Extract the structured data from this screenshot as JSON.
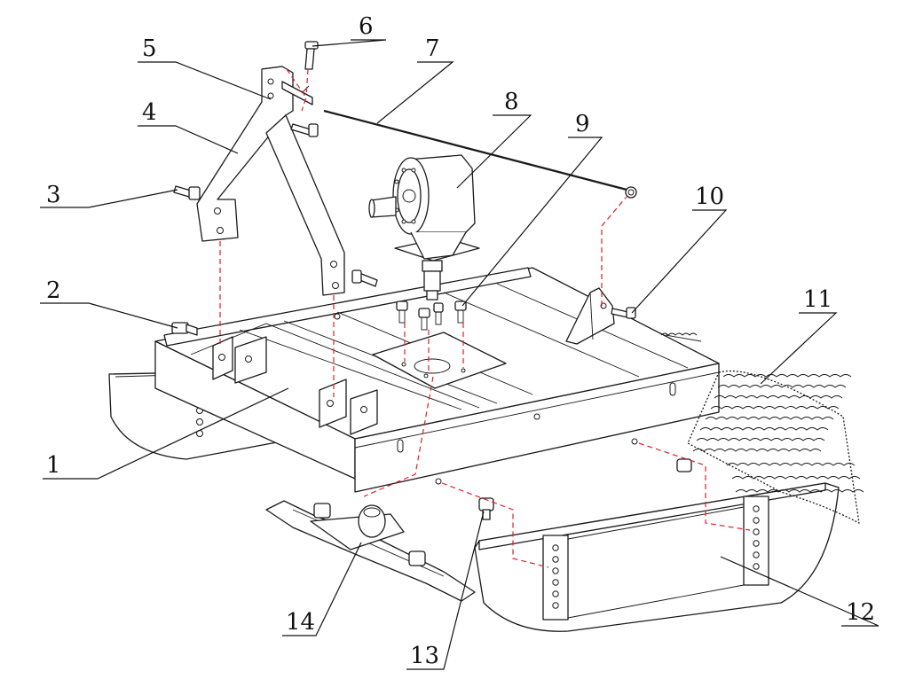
{
  "callouts": [
    {
      "id": "1",
      "label": "1"
    },
    {
      "id": "2",
      "label": "2"
    },
    {
      "id": "3",
      "label": "3"
    },
    {
      "id": "4",
      "label": "4"
    },
    {
      "id": "5",
      "label": "5"
    },
    {
      "id": "6",
      "label": "6"
    },
    {
      "id": "7",
      "label": "7"
    },
    {
      "id": "8",
      "label": "8"
    },
    {
      "id": "9",
      "label": "9"
    },
    {
      "id": "10",
      "label": "10"
    },
    {
      "id": "11",
      "label": "11"
    },
    {
      "id": "12",
      "label": "12"
    },
    {
      "id": "13",
      "label": "13"
    },
    {
      "id": "14",
      "label": "14"
    }
  ],
  "colors": {
    "line": "#1a1a1a",
    "dashed_guide": "#e0202a",
    "background": "#ffffff"
  }
}
